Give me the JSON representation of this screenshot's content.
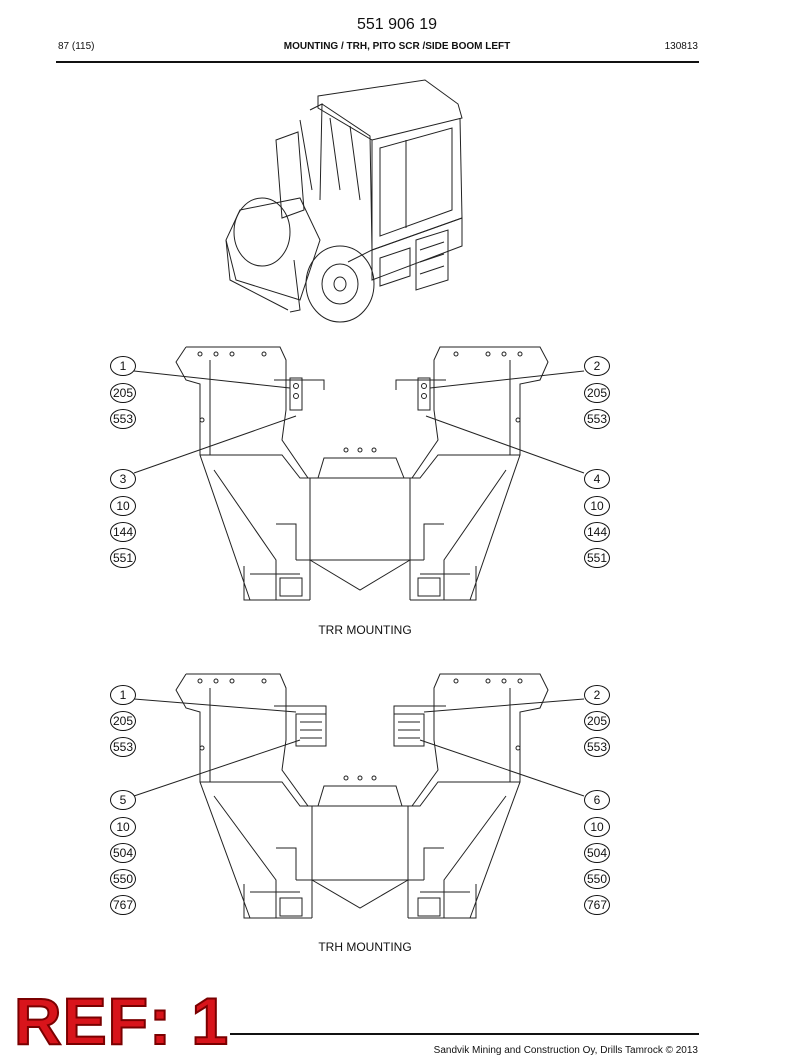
{
  "header": {
    "document_number": "551 906 19",
    "page": "87 (115)",
    "title": "MOUNTING / TRH, PITO SCR /SIDE BOOM LEFT",
    "date_code": "130813"
  },
  "diagram_top": {
    "caption": "TRR MOUNTING",
    "left_callouts": [
      "1",
      "205",
      "553",
      "3",
      "10",
      "144",
      "551"
    ],
    "right_callouts": [
      "2",
      "205",
      "553",
      "4",
      "10",
      "144",
      "551"
    ]
  },
  "diagram_bottom": {
    "caption": "TRH MOUNTING",
    "left_callouts": [
      "1",
      "205",
      "553",
      "5",
      "10",
      "504",
      "550",
      "767"
    ],
    "right_callouts": [
      "2",
      "205",
      "553",
      "6",
      "10",
      "504",
      "550",
      "767"
    ]
  },
  "stamp": {
    "text": "REF: 1",
    "color": "#d8141b"
  },
  "footer": {
    "copyright": "Sandvik Mining and Construction Oy, Drills Tamrock © 2013"
  }
}
